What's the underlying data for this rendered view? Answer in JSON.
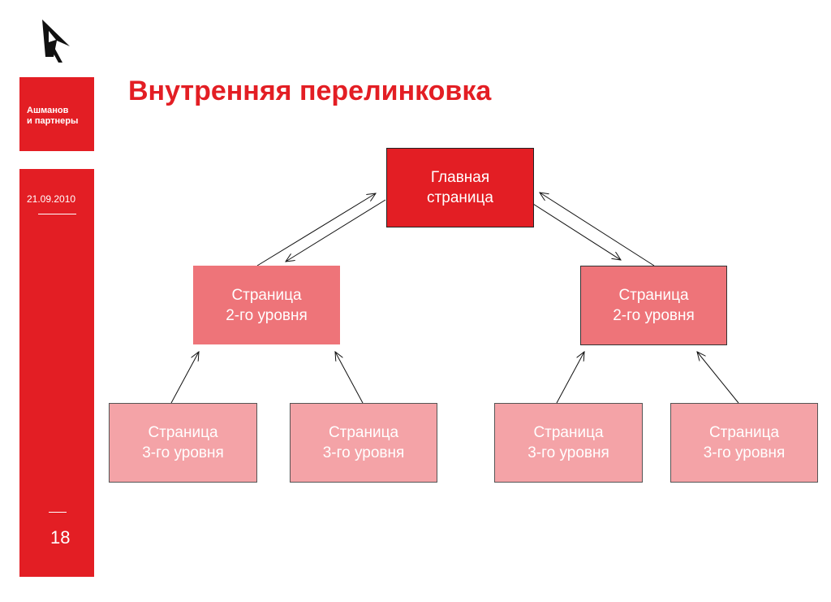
{
  "logo": {
    "name": "logo-icon"
  },
  "brand": {
    "line1": "Ашманов",
    "line2": "и партнеры"
  },
  "sidebar": {
    "date": "21.09.2010",
    "page_number": "18"
  },
  "title": "Внутренняя перелинковка",
  "diagram": {
    "main": {
      "line1": "Главная",
      "line2": "страница"
    },
    "level2": [
      {
        "line1": "Страница",
        "line2": "2-го уровня"
      },
      {
        "line1": "Страница",
        "line2": "2-го уровня"
      }
    ],
    "level3": [
      {
        "line1": "Страница",
        "line2": "3-го уровня"
      },
      {
        "line1": "Страница",
        "line2": "3-го уровня"
      },
      {
        "line1": "Страница",
        "line2": "3-го уровня"
      },
      {
        "line1": "Страница",
        "line2": "3-го уровня"
      }
    ]
  }
}
